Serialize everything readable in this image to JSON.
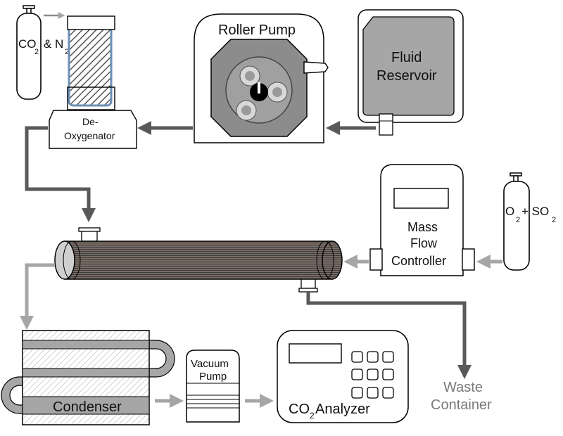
{
  "labels": {
    "gas_co2": "CO",
    "gas_co2_sub": "2",
    "gas_n2": "& N",
    "gas_n2_sub": "2",
    "deoxy_line1": "De-",
    "deoxy_line2": "Oxygenator",
    "roller_pump": "Roller Pump",
    "reservoir_line1": "Fluid",
    "reservoir_line2": "Reservoir",
    "gas_o2": "O",
    "gas_o2_sub": "2",
    "gas_so2": "+ SO",
    "gas_so2_sub": "2",
    "mfc_line1": "Mass",
    "mfc_line2": "Flow",
    "mfc_line3": "Controller",
    "vacuum_line1": "Vacuum",
    "vacuum_line2": "Pump",
    "condenser": "Condenser",
    "analyzer_co": "CO",
    "analyzer_sub": "2",
    "analyzer_rest": " Analyzer",
    "waste_line1": "Waste",
    "waste_line2": "Container"
  },
  "colors": {
    "dark_flow": "#595959",
    "light_flow": "#a6a6a6",
    "reservoir_fill": "#a6a6a6",
    "pump_body": "#8c8c8c",
    "waste_text": "#7a7a7a"
  }
}
